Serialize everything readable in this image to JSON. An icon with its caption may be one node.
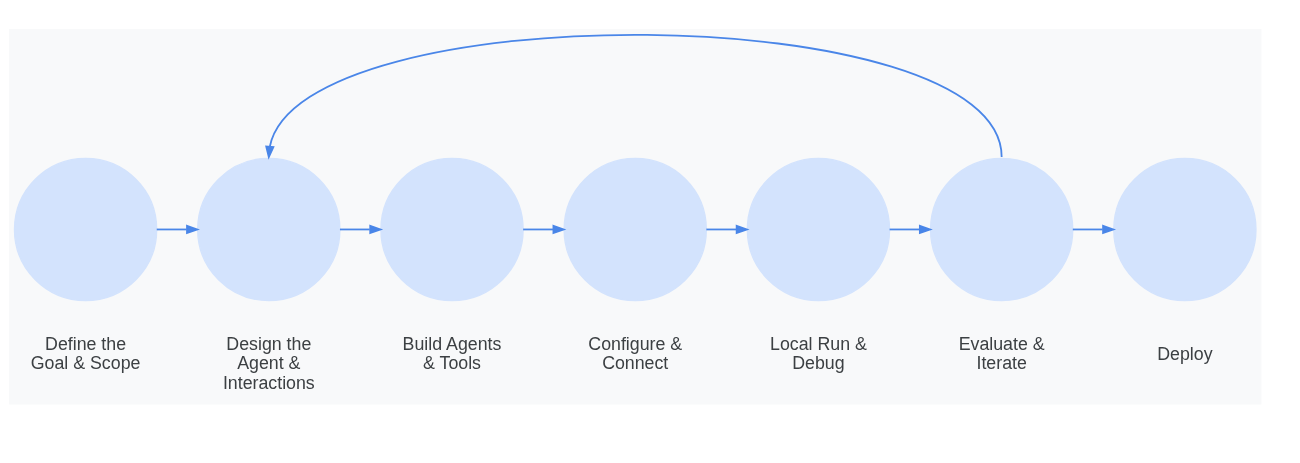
{
  "diagram": {
    "nodes": [
      {
        "text": [],
        "shape": "circle",
        "beside": [
          "Define the Goal & Scope"
        ]
      },
      {
        "text": [],
        "shape": "circle",
        "beside": [
          "Design the Agent & Interactions"
        ]
      },
      {
        "text": [],
        "shape": "circle",
        "beside": [
          "Build Agents & Tools"
        ]
      },
      {
        "text": [],
        "shape": "circle",
        "beside": [
          "Configure & Connect"
        ]
      },
      {
        "text": [],
        "shape": "circle",
        "beside": [
          "Local Run & Debug"
        ]
      },
      {
        "text": [],
        "shape": "circle",
        "beside": [
          "Evaluate & Iterate"
        ]
      },
      {
        "text": [],
        "shape": "circle",
        "beside": [
          "Deploy"
        ]
      }
    ],
    "edges": [
      {
        "from": 0,
        "to": 1,
        "arrow": "to"
      },
      {
        "from": 1,
        "to": 2,
        "arrow": "to"
      },
      {
        "from": 2,
        "to": 3,
        "arrow": "to"
      },
      {
        "from": 3,
        "to": 4,
        "arrow": "to"
      },
      {
        "from": 4,
        "to": 5,
        "arrow": "to"
      },
      {
        "from": 5,
        "to": 6,
        "arrow": "to"
      },
      {
        "from": 5,
        "to": 1,
        "arrow": "to"
      }
    ]
  }
}
